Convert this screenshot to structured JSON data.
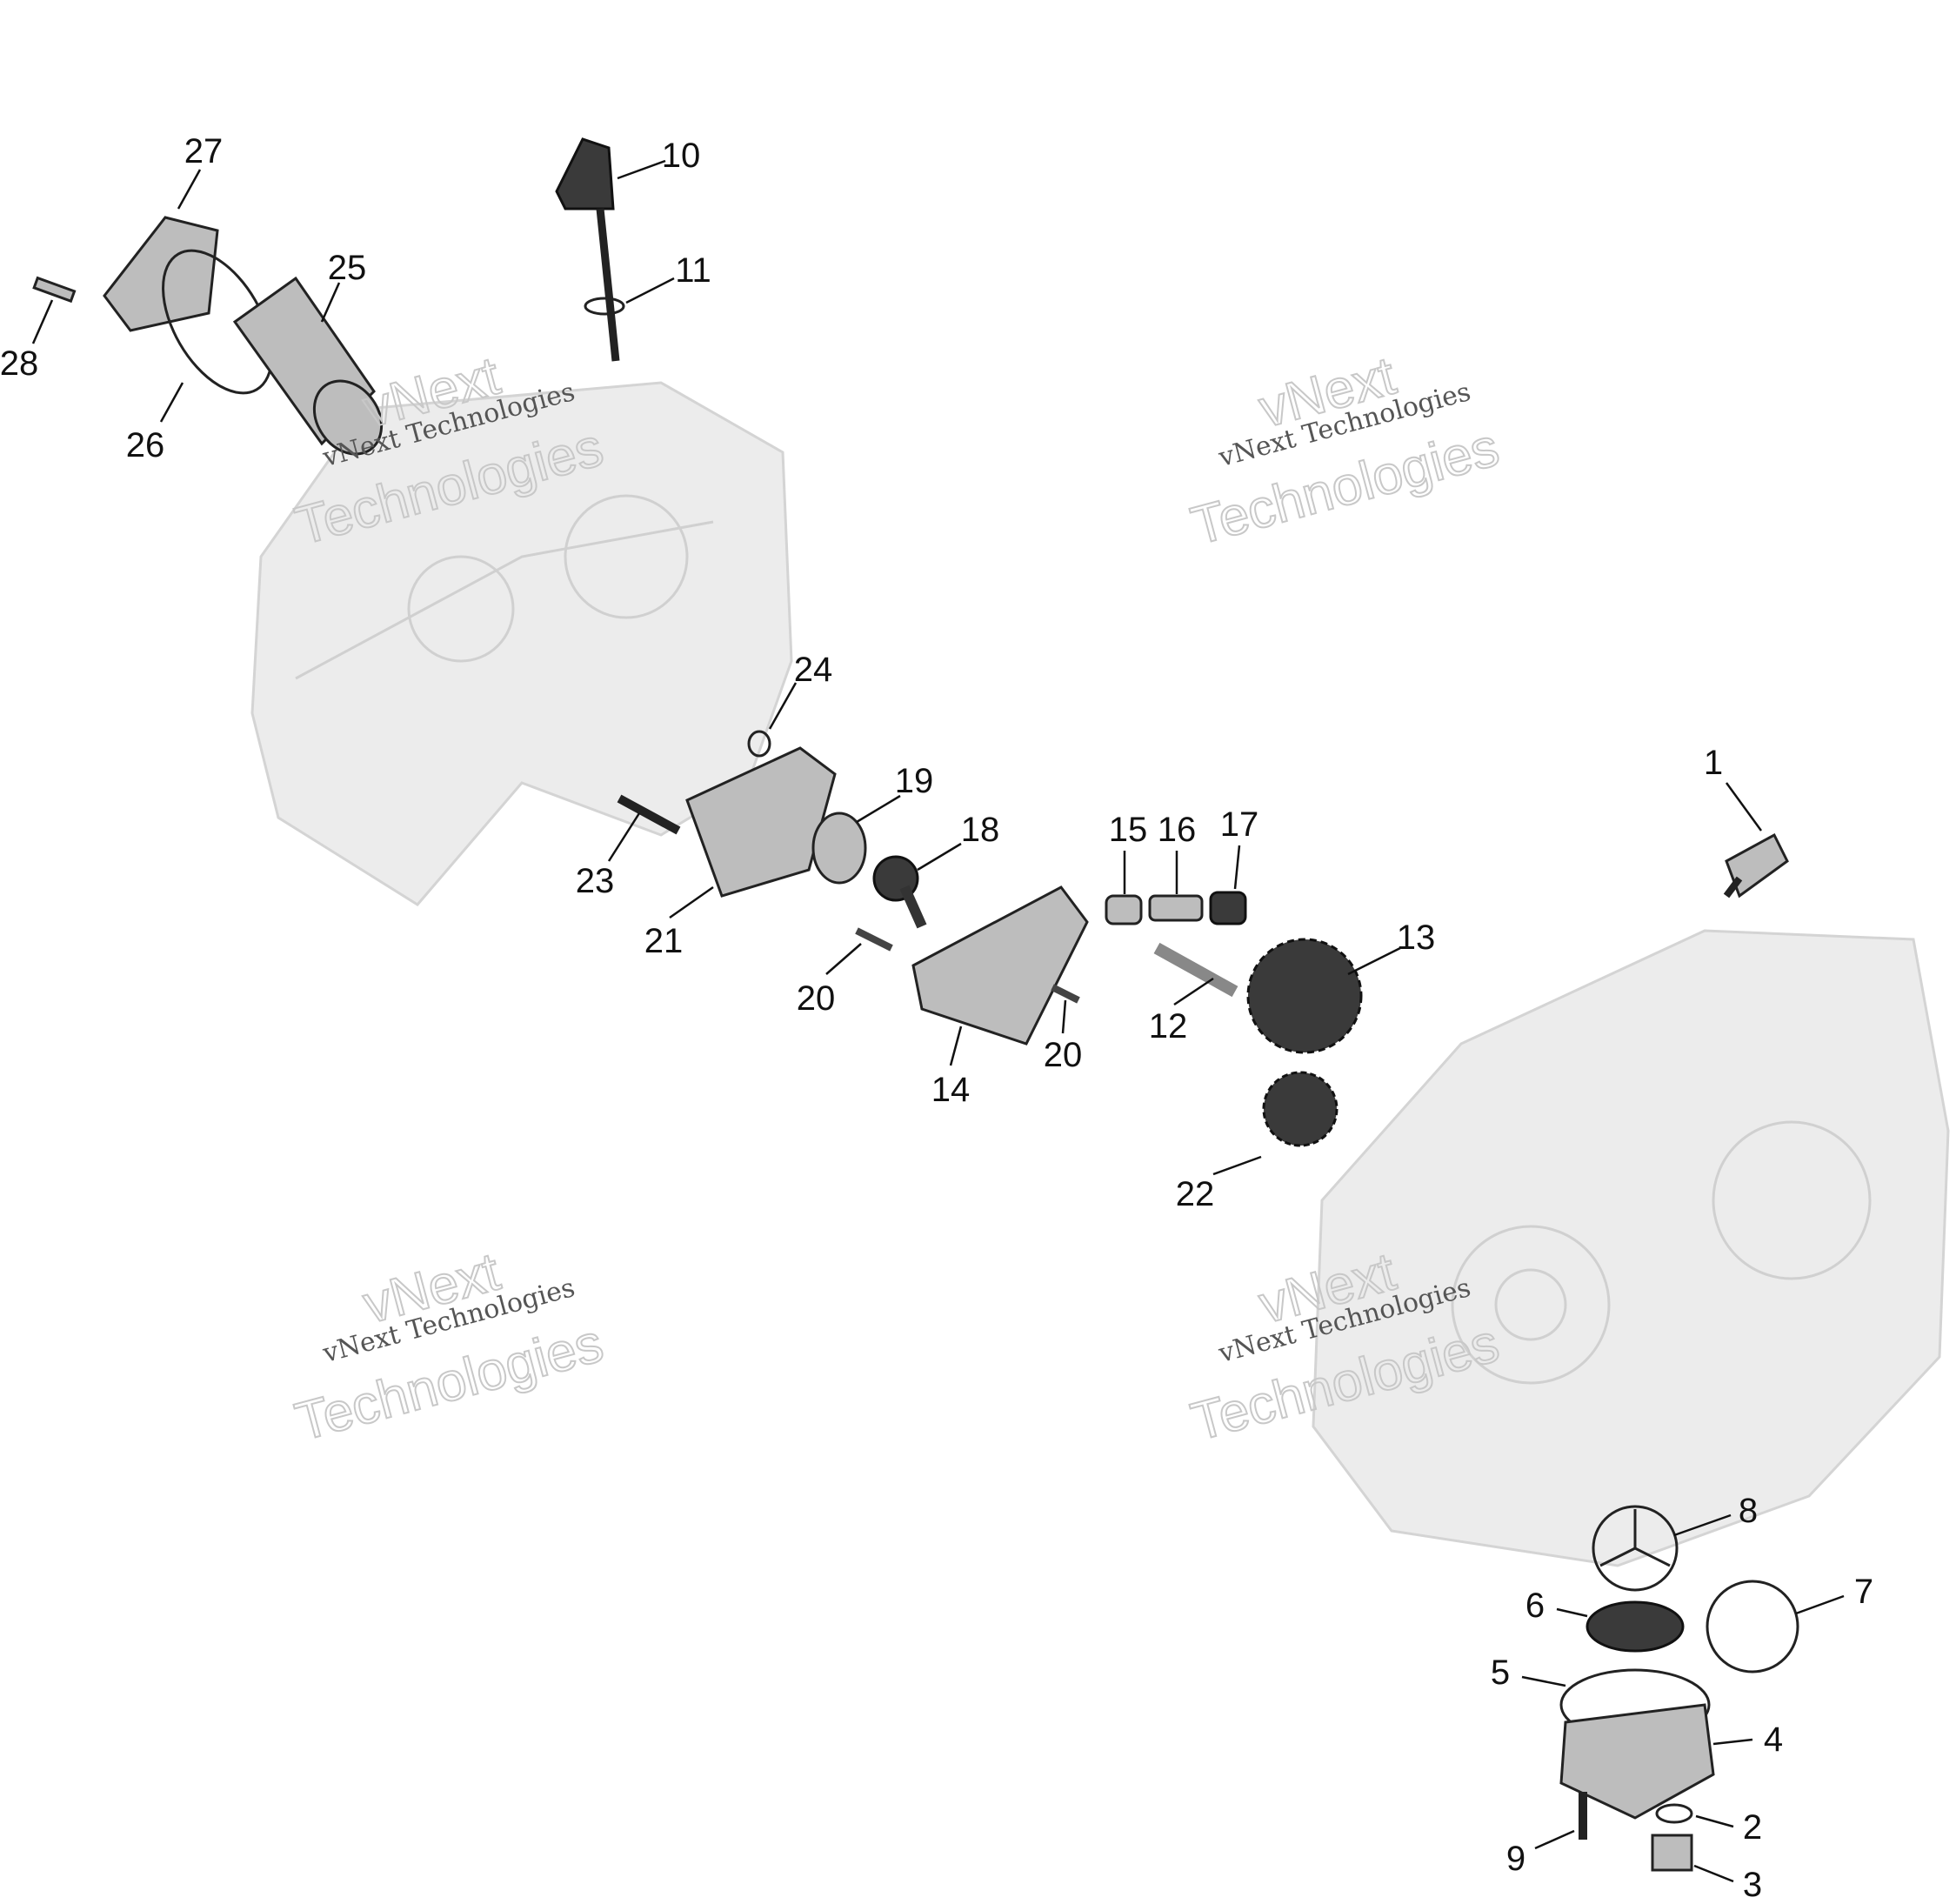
{
  "diagram": {
    "title": "Engine lubrication exploded parts view",
    "callouts": [
      "1",
      "2",
      "3",
      "4",
      "5",
      "6",
      "7",
      "8",
      "9",
      "10",
      "11",
      "12",
      "13",
      "14",
      "15",
      "16",
      "17",
      "18",
      "19",
      "20",
      "20",
      "21",
      "22",
      "23",
      "24",
      "25",
      "26",
      "27",
      "28"
    ],
    "watermark": {
      "line1": "vNext Technologies",
      "line2": "vNext",
      "line3": "Technologies"
    }
  }
}
